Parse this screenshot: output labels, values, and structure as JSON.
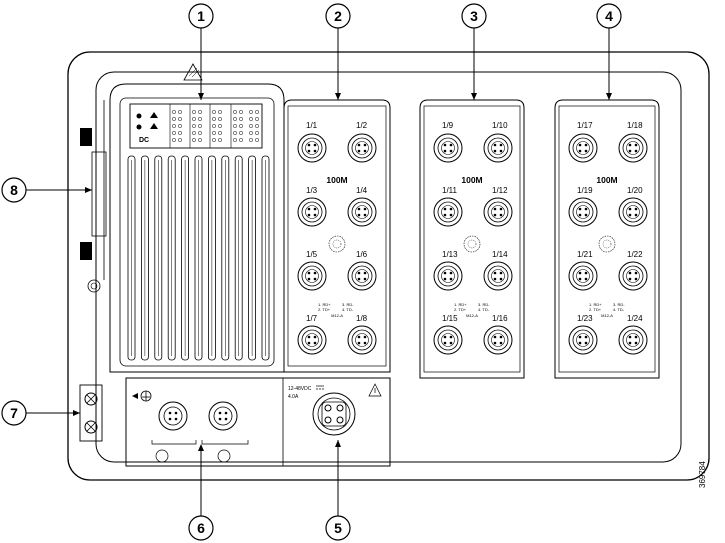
{
  "callouts": [
    "1",
    "2",
    "3",
    "4",
    "5",
    "6",
    "7",
    "8"
  ],
  "modules": [
    {
      "speed": "100M",
      "ports": [
        "1/1",
        "1/2",
        "1/3",
        "1/4",
        "1/5",
        "1/6",
        "1/7",
        "1/8"
      ]
    },
    {
      "speed": "100M",
      "ports": [
        "1/9",
        "1/10",
        "1/11",
        "1/12",
        "1/13",
        "1/14",
        "1/15",
        "1/16"
      ]
    },
    {
      "speed": "100M",
      "ports": [
        "1/17",
        "1/18",
        "1/19",
        "1/20",
        "1/21",
        "1/22",
        "1/23",
        "1/24"
      ]
    }
  ],
  "pinout": {
    "left": "1. RD+\n2. TD+",
    "right": "3. RD-\n4. TD-",
    "sub": "M12-A"
  },
  "power": {
    "voltage": "12-48VDC",
    "current": "4.0A"
  },
  "led_panel": {
    "dc_label": "DC"
  },
  "figure_id": "369784"
}
